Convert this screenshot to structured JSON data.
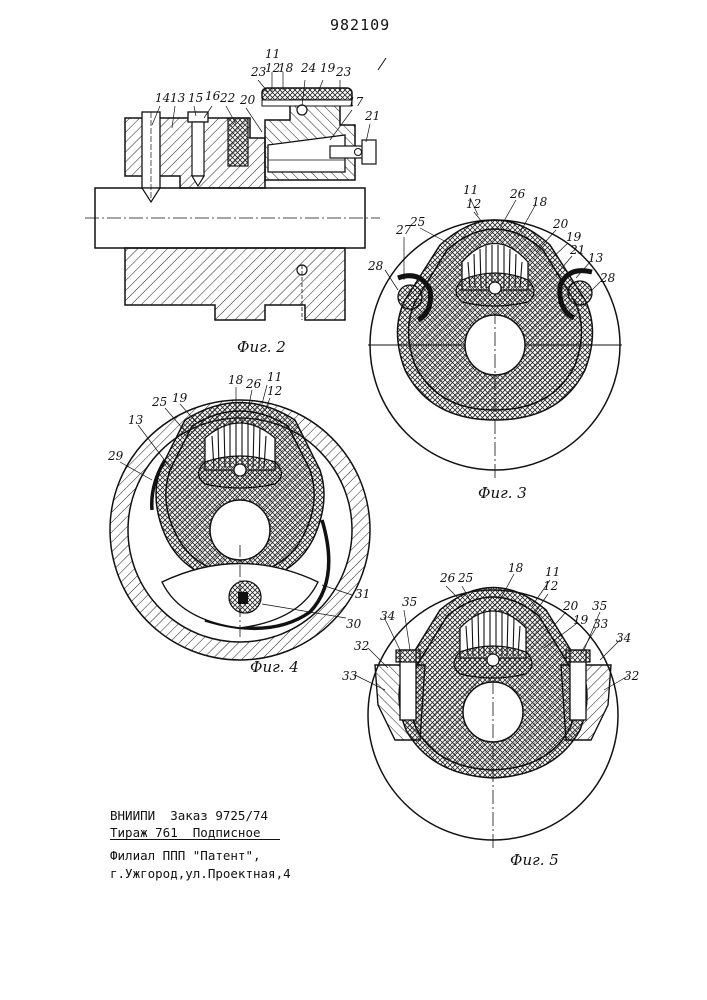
{
  "patent_number": "982109",
  "figures": [
    {
      "id": "fig2",
      "caption": "Фиг. 2",
      "labels": [
        "11",
        "12",
        "18",
        "23",
        "24",
        "19",
        "23",
        "14",
        "13",
        "15",
        "16",
        "22",
        "20",
        "17",
        "21"
      ]
    },
    {
      "id": "fig3",
      "caption": "Фиг. 3",
      "labels": [
        "11",
        "12",
        "26",
        "18",
        "25",
        "20",
        "19",
        "27",
        "21",
        "13",
        "28",
        "28"
      ]
    },
    {
      "id": "fig4",
      "caption": "Фиг. 4",
      "labels": [
        "18",
        "26",
        "11",
        "12",
        "25",
        "19",
        "13",
        "29",
        "31",
        "30"
      ]
    },
    {
      "id": "fig5",
      "caption": "Фиг. 5",
      "labels": [
        "26",
        "25",
        "18",
        "11",
        "12",
        "20",
        "35",
        "19",
        "35",
        "33",
        "34",
        "34",
        "32",
        "33",
        "32"
      ]
    }
  ],
  "imprint": {
    "line1": "ВНИИПИ  Заказ 9725/74",
    "line2": "Тираж 761  Подписное",
    "line3": "Филиал ППП \"Патент\",",
    "line4": "г.Ужгород,ул.Проектная,4"
  }
}
